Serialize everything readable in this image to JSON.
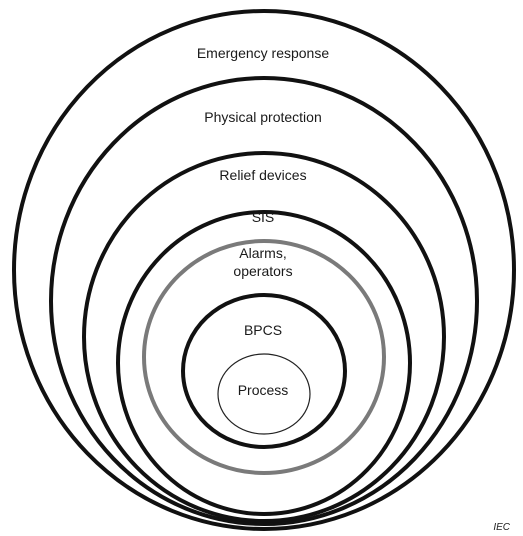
{
  "diagram": {
    "layers": [
      {
        "id": "emergency-response",
        "label": "Emergency response"
      },
      {
        "id": "physical-protection",
        "label": "Physical protection"
      },
      {
        "id": "relief-devices",
        "label": "Relief devices"
      },
      {
        "id": "sis",
        "label": "SIS"
      },
      {
        "id": "alarms-operators",
        "label_line1": "Alarms,",
        "label_line2": "operators"
      },
      {
        "id": "bpcs",
        "label": "BPCS"
      },
      {
        "id": "process",
        "label": "Process"
      }
    ],
    "source": "IEC"
  }
}
